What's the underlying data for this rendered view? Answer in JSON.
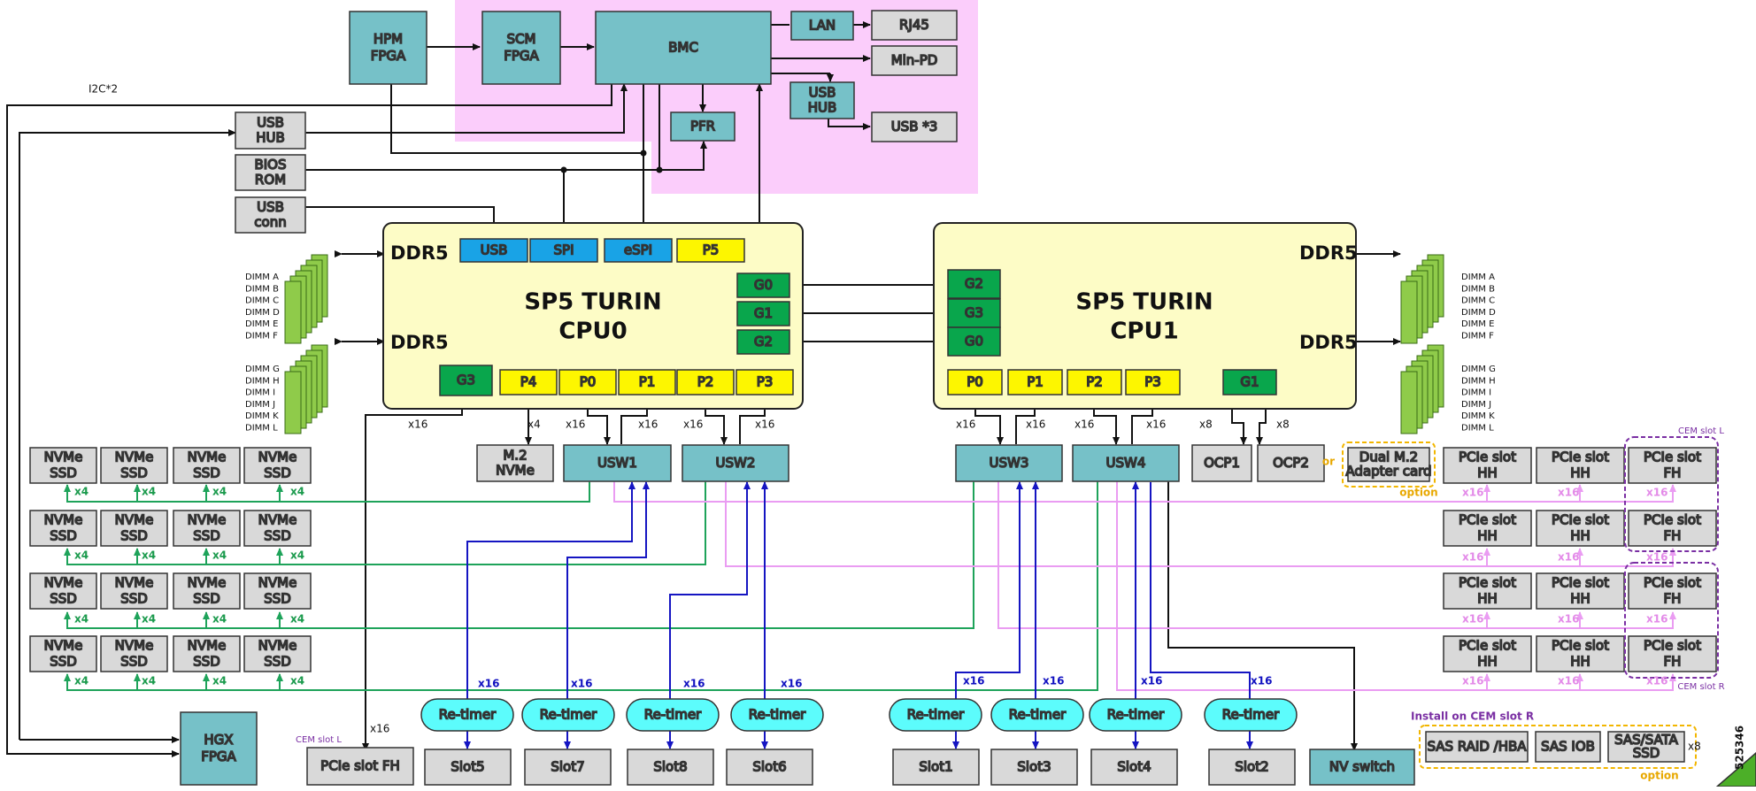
{
  "figure_id": "525346",
  "i2c_label": "I2C*2",
  "blocks": {
    "hpm_fpga": [
      "HPM",
      "FPGA"
    ],
    "scm_fpga": [
      "SCM",
      "FPGA"
    ],
    "bmc": "BMC",
    "lan": "LAN",
    "rj45": "RJ45",
    "min_pd": "Min-PD",
    "usb_hub_bmc": [
      "USB",
      "HUB"
    ],
    "usb3": "USB *3",
    "pfr": "PFR",
    "usb_hub_left": [
      "USB",
      "HUB"
    ],
    "bios_rom": [
      "BIOS",
      "ROM"
    ],
    "usb_conn": [
      "USB",
      "conn"
    ],
    "hgx_fpga": [
      "HGX",
      "FPGA"
    ],
    "m2_nvme": [
      "M.2",
      "NVMe"
    ],
    "ocp1": "OCP1",
    "ocp2": "OCP2",
    "nv_switch": "NV switch",
    "pcie_slot_fh_left": "PCIe slot FH",
    "dual_m2": [
      "Dual M.2",
      "Adapter card"
    ]
  },
  "cpu0": {
    "title": [
      "SP5 TURIN",
      "CPU0"
    ],
    "ddr": [
      "DDR5",
      "DDR5"
    ],
    "ports_top": [
      "USB",
      "SPI",
      "eSPI",
      "P5"
    ],
    "ports_side": [
      "G0",
      "G1",
      "G2"
    ],
    "ports_bottom": [
      "G3",
      "P4",
      "P0",
      "P1",
      "P2",
      "P3"
    ]
  },
  "cpu1": {
    "title": [
      "SP5 TURIN",
      "CPU1"
    ],
    "ddr": [
      "DDR5",
      "DDR5"
    ],
    "ports_side": [
      "G2",
      "G3",
      "G0"
    ],
    "ports_bottom": [
      "P0",
      "P1",
      "P2",
      "P3",
      "G1"
    ]
  },
  "dimms_top": [
    "DIMM A",
    "DIMM B",
    "DIMM C",
    "DIMM D",
    "DIMM E",
    "DIMM F"
  ],
  "dimms_bottom": [
    "DIMM G",
    "DIMM H",
    "DIMM I",
    "DIMM J",
    "DIMM K",
    "DIMM L"
  ],
  "switches": [
    "USW1",
    "USW2",
    "USW3",
    "USW4"
  ],
  "nvme_ssd": [
    "NVMe",
    "SSD"
  ],
  "retimer": "Re-timer",
  "slots": [
    "Slot5",
    "Slot7",
    "Slot8",
    "Slot6",
    "Slot1",
    "Slot3",
    "Slot4",
    "Slot2"
  ],
  "pcie_hh": [
    "PCIe slot",
    "HH"
  ],
  "pcie_fh": [
    "PCIe slot",
    "FH"
  ],
  "storage_cards": [
    "SAS RAID /HBA",
    "SAS IOB",
    "SAS/SATA SSD"
  ],
  "lane_labels": {
    "x16": "x16",
    "x8": "x8",
    "x4": "x4"
  },
  "notes": {
    "or": "or",
    "option": "option",
    "cem_slot_l": "CEM slot L",
    "cem_slot_r": "CEM slot R",
    "install_on_cem_r": "Install on CEM slot R"
  },
  "colors": {
    "teal": "#76c1c8",
    "gray": "#d9d9d9",
    "cpu_fill": "#fdfcc6",
    "port_blue": "#19a3e6",
    "port_yellow": "#fdf600",
    "port_green": "#09a64c",
    "dimm_green": "#8fcb4a",
    "retimer": "#5cfcfc",
    "pink_region": "#fbcdfb",
    "green_line": "#1ea35a",
    "pink_line": "#ea9cf2",
    "blue_line": "#1515c2",
    "option_yellow": "#f2b600",
    "cem_purple": "#7a2fa3"
  }
}
